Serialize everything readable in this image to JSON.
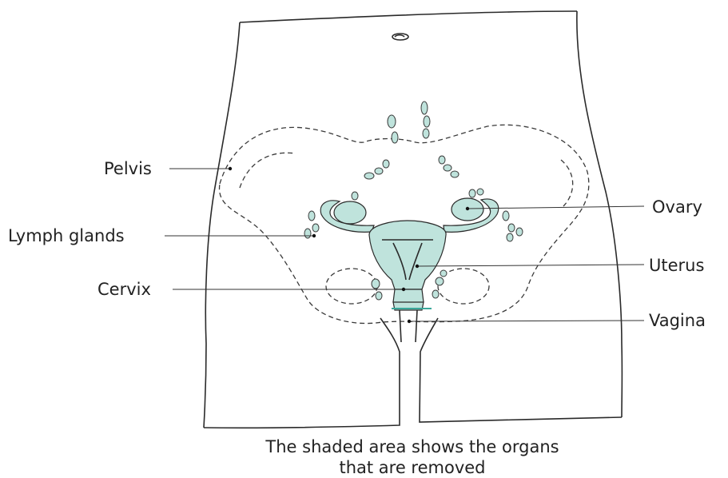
{
  "colors": {
    "organ_fill": "#bfe3dc",
    "line": "#2a2a2a",
    "cut_line": "#3aa89a"
  },
  "labels": {
    "pelvis": "Pelvis",
    "lymph_glands": "Lymph glands",
    "cervix": "Cervix",
    "ovary": "Ovary",
    "uterus": "Uterus",
    "vagina": "Vagina"
  },
  "caption": {
    "line1": "The shaded area shows the organs",
    "line2": "that are removed"
  }
}
